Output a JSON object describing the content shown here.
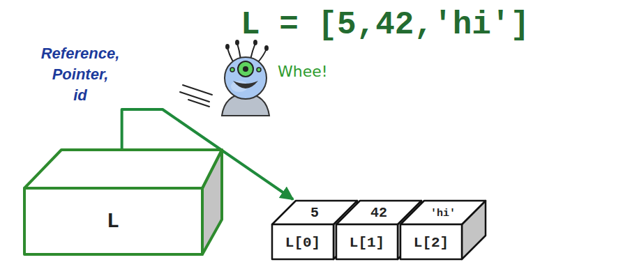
{
  "diagram": {
    "title": "L = [5,42,'hi']",
    "nodes": [
      {
        "text": [
          "L"
        ]
      },
      {
        "text": [
          "5",
          "L[0]"
        ]
      },
      {
        "text": [
          "42",
          "L[1]"
        ]
      },
      {
        "text": [
          "'hi'",
          "L[2]"
        ]
      }
    ],
    "edges": [
      {
        "from": 0,
        "to": 1,
        "arrow": "to"
      }
    ],
    "labels": [
      "Reference, Pointer, id",
      "Whee!"
    ]
  }
}
